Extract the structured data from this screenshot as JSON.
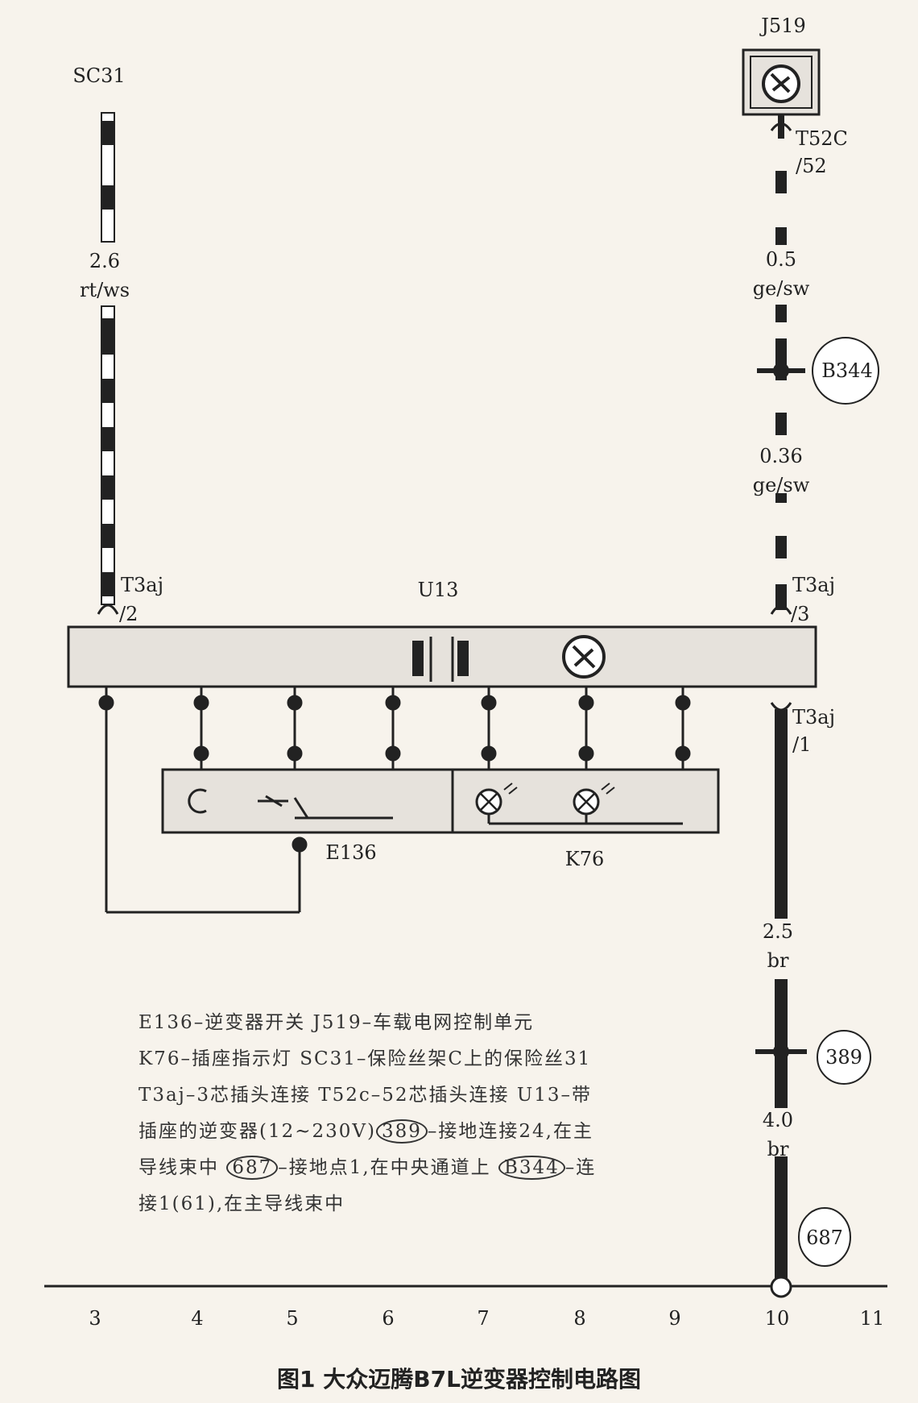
{
  "labels": {
    "sc31": "SC31",
    "j519": "J519",
    "t52c": "T52C",
    "t52c_pin": "/52",
    "w1_size": "2.6",
    "w1_color": "rt/ws",
    "w2_size": "0.5",
    "w2_color": "ge/sw",
    "w3_size": "0.36",
    "w3_color": "ge/sw",
    "w4_size": "2.5",
    "w4_color": "br",
    "w5_size": "4.0",
    "w5_color": "br",
    "b344": "B344",
    "c389": "389",
    "c687": "687",
    "t3aj_left": "T3aj",
    "t3aj_left_pin": "/2",
    "t3aj_right": "T3aj",
    "t3aj_right_pin": "/3",
    "t3aj_bottom": "T3aj",
    "t3aj_bottom_pin": "/1",
    "u13": "U13",
    "e136": "E136",
    "k76": "K76"
  },
  "legend": {
    "l1": "E136–逆变器开关  J519–车载电网控制单元",
    "l2": "K76–插座指示灯  SC31–保险丝架C上的保险丝31",
    "l3": "T3aj–3芯插头连接  T52c–52芯插头连接  U13–带",
    "l4a": "插座的逆变器(12~230V)",
    "l4ring": "389",
    "l4b": "–接地连接24,在主",
    "l5a": "导线束中 ",
    "l5ring1": "687",
    "l5b": "–接地点1,在中央通道上 ",
    "l5ring2": "B344",
    "l5c": "–连",
    "l6": "接1(61),在主导线束中"
  },
  "grid": [
    "3",
    "4",
    "5",
    "6",
    "7",
    "8",
    "9",
    "10",
    "11"
  ],
  "caption": "图1  大众迈腾B7L逆变器控制电路图"
}
